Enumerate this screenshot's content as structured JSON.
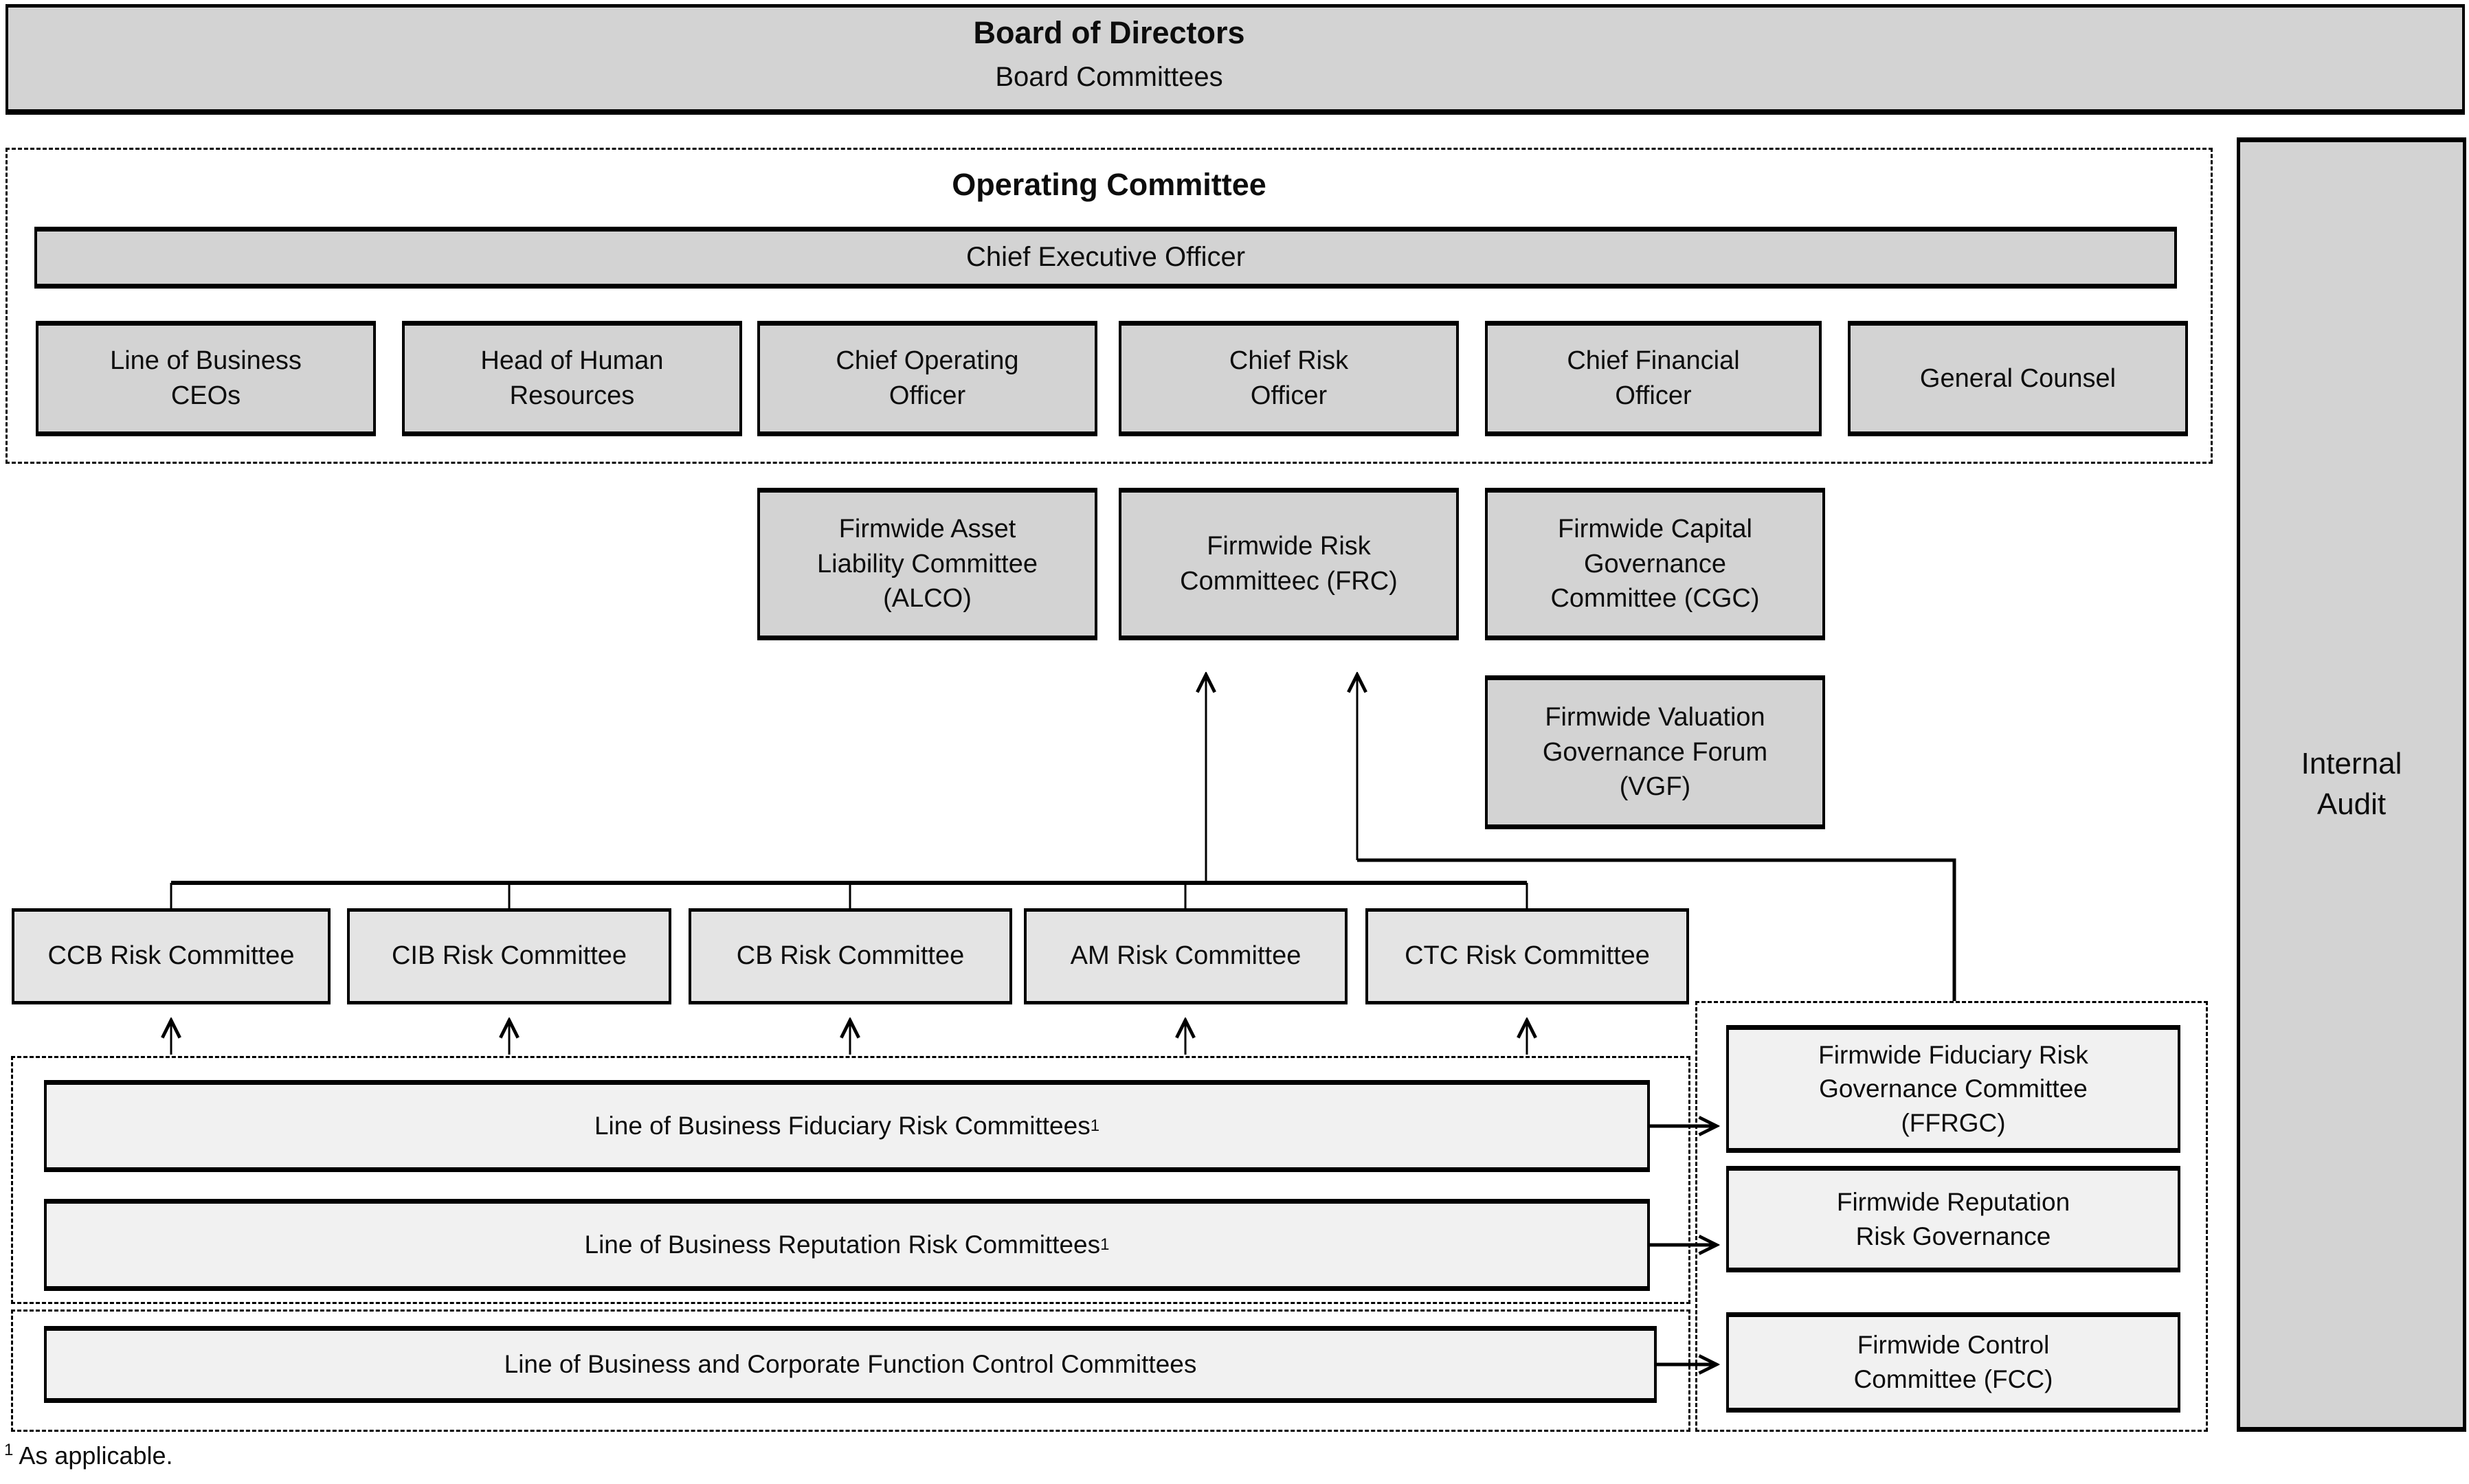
{
  "board": {
    "title": "Board of Directors",
    "subtitle": "Board Committees"
  },
  "operating_committee": {
    "title": "Operating Committee",
    "ceo": "Chief Executive Officer",
    "officers": [
      "Line of Business\nCEOs",
      "Head of Human\nResources",
      "Chief Operating\nOfficer",
      "Chief Risk\nOfficer",
      "Chief Financial\nOfficer",
      "General Counsel"
    ]
  },
  "firmwide_committees": {
    "alco": "Firmwide Asset\nLiability Committee\n(ALCO)",
    "frc": "Firmwide Risk\nCommitteec (FRC)",
    "cgc": "Firmwide Capital\nGovernance\nCommittee (CGC)",
    "vgf": "Firmwide Valuation\nGovernance Forum\n(VGF)"
  },
  "risk_committees": [
    "CCB Risk Committee",
    "CIB Risk Committee",
    "CB Risk Committee",
    "AM Risk Committee",
    "CTC Risk Committee"
  ],
  "lob_committees": {
    "fiduciary": {
      "label": "Line of Business Fiduciary Risk Committees",
      "sup": "1"
    },
    "reputation": {
      "label": "Line of Business Reputation Risk Committees",
      "sup": "1"
    },
    "control": {
      "label": "Line of Business and Corporate Function Control Committees"
    }
  },
  "governance_boxes": {
    "ffrgc": "Firmwide Fiduciary Risk\nGovernance Committee\n(FFRGC)",
    "reputation": "Firmwide Reputation\nRisk Governance",
    "fcc": "Firmwide Control\nCommittee (FCC)"
  },
  "internal_audit": {
    "label": "Internal\nAudit"
  },
  "footnote": {
    "marker": "1",
    "text": " As applicable."
  },
  "colors": {
    "box_gray": "#d3d3d3",
    "risk_box_gray": "#e4e4e4",
    "light_gray": "#f1f1f1",
    "border": "#000000",
    "background": "#ffffff"
  }
}
